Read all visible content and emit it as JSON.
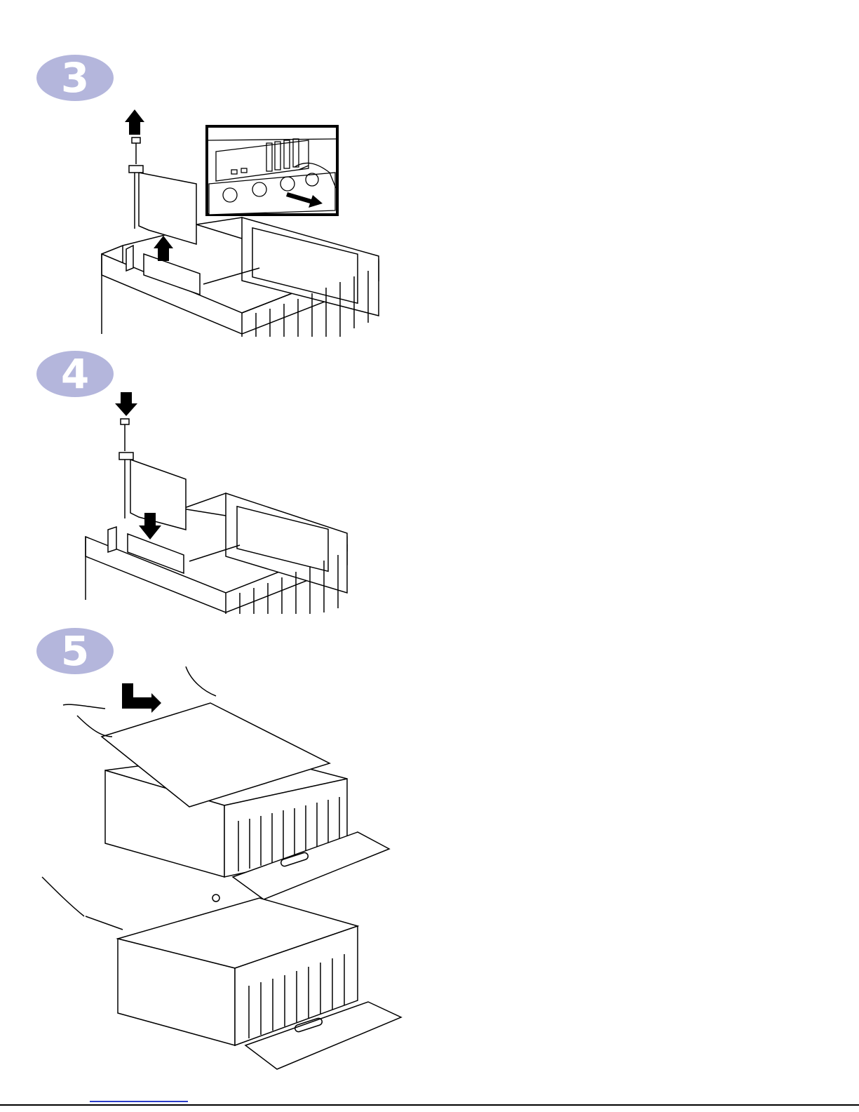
{
  "steps": [
    {
      "number": "3",
      "icon": "card-removal-illustration"
    },
    {
      "number": "4",
      "icon": "card-installation-illustration"
    },
    {
      "number": "5",
      "icon": "cover-replacement-illustration"
    }
  ],
  "colors": {
    "badge": "#b4b6dc",
    "line": "#000000",
    "link": "#2a3cc8"
  }
}
